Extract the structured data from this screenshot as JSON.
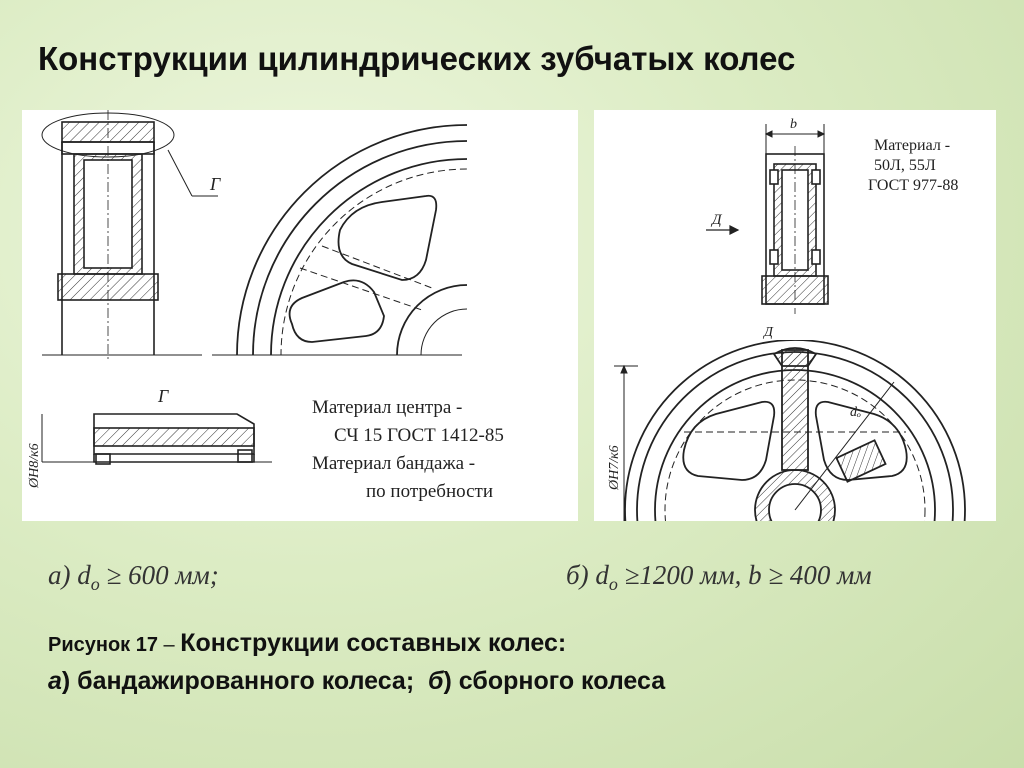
{
  "slide": {
    "title": "Конструкции цилиндрических зубчатых колес"
  },
  "figure_a": {
    "callout_label_top": "Г",
    "detail_label": "Г",
    "dim_label": "ØH8/к6",
    "material_line1": "Материал центра -",
    "material_line2": "СЧ 15 ГОСТ 1412-85",
    "material_line3": "Материал бандажа -",
    "material_line4": "по потребности"
  },
  "figure_b": {
    "width_label": "b",
    "view_label_arrow": "Д",
    "view_label_top": "Д",
    "dim_label": "ØH7/к6",
    "diameter_label": "dₒ",
    "material_line1": "Материал -",
    "material_line2": "50Л, 55Л",
    "material_line3": "ГОСТ 977-88"
  },
  "formulas": {
    "a_prefix": "а) d",
    "a_sub": "о",
    "a_rest": " ≥ 600 мм;",
    "b_prefix": "б) d",
    "b_sub": "о",
    "b_rest": " ≥1200 мм, b ≥ 400 мм"
  },
  "caption": {
    "label": "Рисунок 17",
    "dash": " – ",
    "title": "Конструкции составных колес:",
    "a_letter": "а",
    "a_text": ") бандажированного колеса;",
    "b_letter": "б",
    "b_text": ") сборного колеса"
  }
}
